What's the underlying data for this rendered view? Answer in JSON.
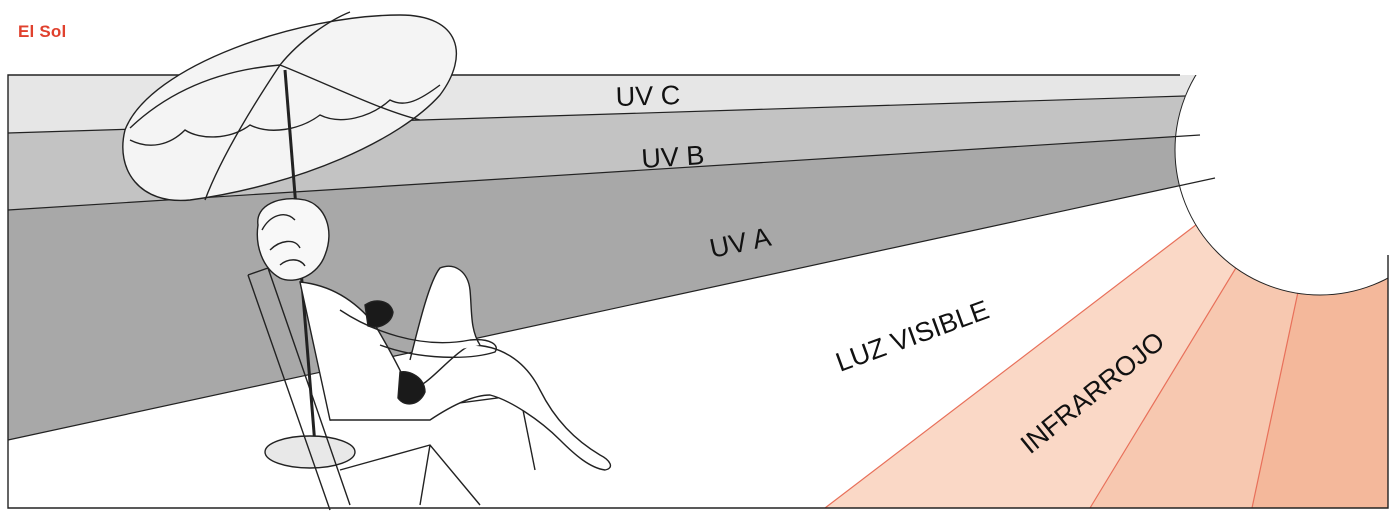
{
  "title": "El Sol",
  "bands": {
    "uvc": "UV C",
    "uvb": "UV B",
    "uva": "UV A",
    "visible": "LUZ VISIBLE",
    "infrared": "INFRARROJO"
  },
  "colors": {
    "title": "#e0412e",
    "uvc": "#e6e6e6",
    "uvb": "#c3c3c3",
    "uva": "#a8a8a8",
    "visible": "#ffffff",
    "infrared_1": "#fde8dc",
    "infrared_2": "#fad8c6",
    "infrared_3": "#f7c8b0",
    "infrared_4": "#f4b89b",
    "infrared_line": "#e8705a",
    "outline": "#222222"
  }
}
